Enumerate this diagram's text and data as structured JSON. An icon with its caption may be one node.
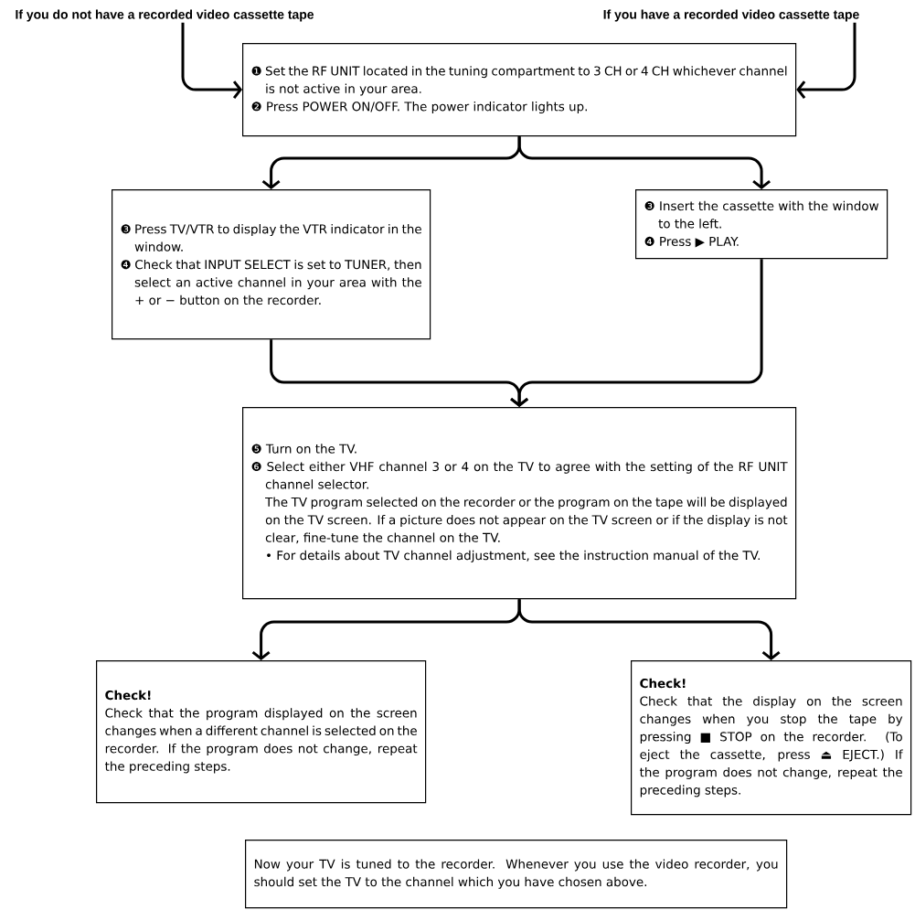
{
  "diagram": {
    "nodes": [
      {
        "text": [
          "If you do not have a recorded video cassette tape"
        ]
      },
      {
        "text": [
          "If you have a recorded video cassette tape"
        ]
      },
      {
        "text": [
          "❶ Set the RF UNIT located in the tuning compartment to 3 CH or 4 CH whichever channel is not active in your area.",
          "❷ Press POWER ON/OFF. The power indicator lights up."
        ]
      },
      {
        "text": [
          "❸ Press TV/VTR to display the VTR indicator in the window.",
          "❹ Check that INPUT SELECT is set to TUNER, then select an active channel in your area with the + or − button on the recorder."
        ]
      },
      {
        "text": [
          "❸ Insert the cassette with the window to the left.",
          "❹ Press ▶ PLAY."
        ]
      },
      {
        "text": [
          "❺ Turn on the TV.",
          "❻ Select either VHF channel 3 or 4 on the TV to agree with the setting of the RF UNIT channel selector.",
          "The TV program selected on the recorder or the program on the tape will be displayed on the TV screen. If a picture does not appear on the TV screen or if the display is not clear, fine-tune the channel on the TV.",
          "• For details about TV channel adjustment, see the instruction manual of the TV."
        ]
      },
      {
        "text": [
          "Check!",
          "Check that the program displayed on the screen changes when a different channel is selected on the recorder. If the program does not change, repeat the preceding steps."
        ]
      },
      {
        "text": [
          "Check!",
          "Check that the display on the screen changes when you stop the tape by pressing ■ STOP on the recorder. (To eject the cassette, press ⏏ EJECT.) If the program does not change, repeat the preceding steps."
        ]
      },
      {
        "text": [
          "Now your TV is tuned to the recorder. Whenever you use the video recorder, you should set the TV to the channel which you have chosen above."
        ]
      }
    ],
    "edges": [
      {
        "from": 0,
        "to": 2,
        "arrow": "to"
      },
      {
        "from": 1,
        "to": 2,
        "arrow": "to"
      },
      {
        "from": 2,
        "to": 3,
        "arrow": "to"
      },
      {
        "from": 2,
        "to": 4,
        "arrow": "to"
      },
      {
        "from": 3,
        "to": 5,
        "arrow": "to"
      },
      {
        "from": 4,
        "to": 5,
        "arrow": "to"
      },
      {
        "from": 5,
        "to": 6,
        "arrow": "to"
      },
      {
        "from": 5,
        "to": 7,
        "arrow": "to"
      }
    ]
  }
}
